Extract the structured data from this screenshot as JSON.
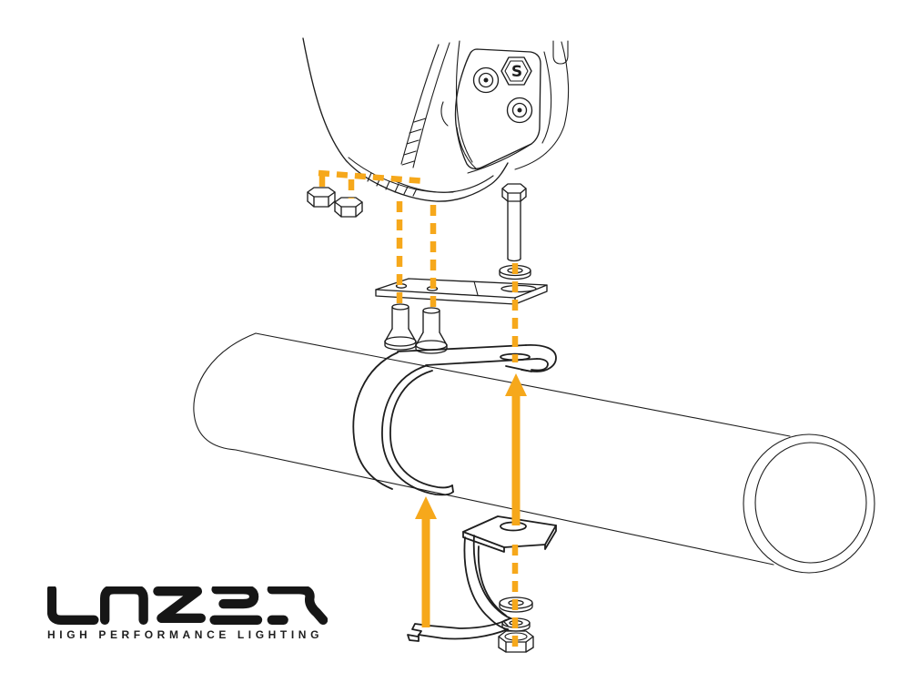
{
  "colors": {
    "accent": "#F6A81B",
    "line": "#1E1E1E",
    "logo": "#161616"
  },
  "brand": {
    "name": "LAZER",
    "tagline": "HIGH PERFORMANCE LIGHTING"
  },
  "diagram": {
    "type": "exploded-assembly",
    "description": "Exploded view showing a round lamp fixed to a horizontal tube with a two-piece clamp, mounting plate and fasteners",
    "badge_letter": "S",
    "parts": [
      {
        "id": "lamp-housing",
        "label": "Lamp housing (rear quarter view)"
      },
      {
        "id": "hex-nut-1",
        "label": "Hex nut"
      },
      {
        "id": "hex-nut-2",
        "label": "Hex nut"
      },
      {
        "id": "hex-bolt",
        "label": "Long hex bolt"
      },
      {
        "id": "flat-washer-top",
        "label": "Flat washer"
      },
      {
        "id": "mounting-plate",
        "label": "Mounting plate with slot and two holes"
      },
      {
        "id": "countersunk-screw-1",
        "label": "Countersunk screw"
      },
      {
        "id": "countersunk-screw-2",
        "label": "Countersunk screw"
      },
      {
        "id": "mounting-tube",
        "label": "Mounting tube"
      },
      {
        "id": "upper-clamp",
        "label": "Upper clamp strap with slotted flange"
      },
      {
        "id": "lower-clamp",
        "label": "Lower clamp hook with slotted flange"
      },
      {
        "id": "flat-washer-bottom",
        "label": "Flat washer"
      },
      {
        "id": "spring-washer",
        "label": "Spring washer"
      },
      {
        "id": "hex-nut-bottom",
        "label": "Hex nut"
      }
    ],
    "guides": {
      "style": "dashed alignment lines and solid arrows pointing upward",
      "arrow_count": 2,
      "dashed_line_count": 7
    }
  }
}
